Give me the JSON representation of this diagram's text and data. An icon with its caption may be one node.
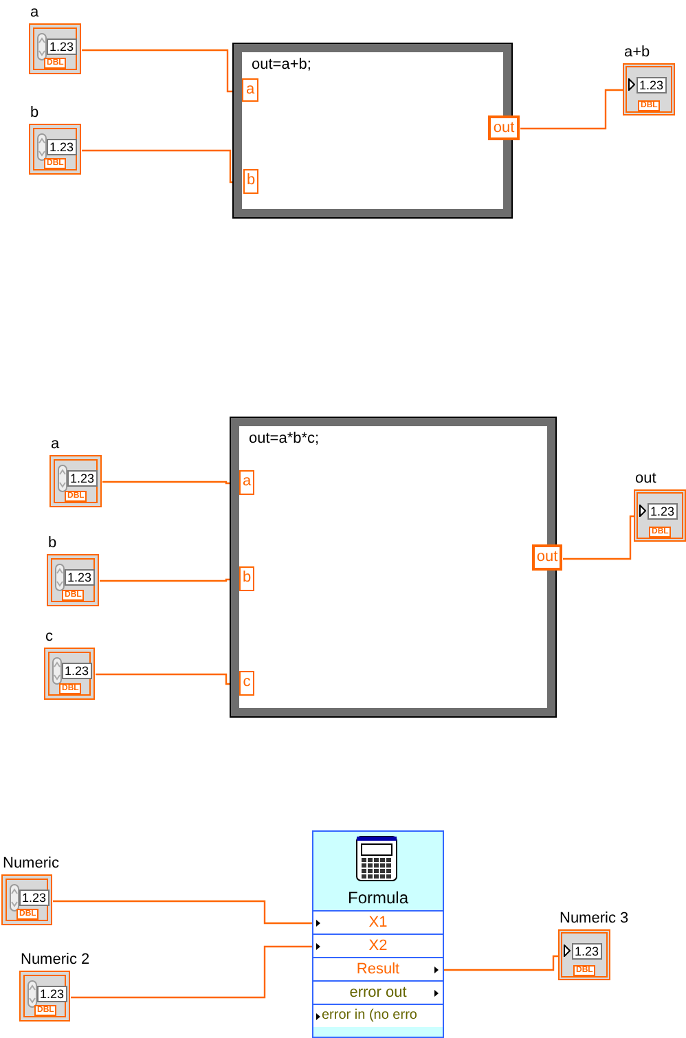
{
  "diagram": {
    "nodes": [
      {
        "text": [
          "a",
          "1.23",
          "DBL"
        ]
      },
      {
        "text": [
          "b",
          "1.23",
          "DBL"
        ]
      },
      {
        "text": [
          "out=a+b;"
        ]
      },
      {
        "text": [
          "a"
        ],
        "in": 2
      },
      {
        "text": [
          "b"
        ],
        "in": 2
      },
      {
        "text": [
          "out"
        ],
        "in": 2
      },
      {
        "text": [
          "a+b",
          "1.23",
          "DBL"
        ]
      },
      {
        "text": [
          "a",
          "1.23",
          "DBL"
        ]
      },
      {
        "text": [
          "b",
          "1.23",
          "DBL"
        ]
      },
      {
        "text": [
          "c",
          "1.23",
          "DBL"
        ]
      },
      {
        "text": [
          "out=a*b*c;"
        ]
      },
      {
        "text": [
          "a"
        ],
        "in": 10
      },
      {
        "text": [
          "b"
        ],
        "in": 10
      },
      {
        "text": [
          "c"
        ],
        "in": 10
      },
      {
        "text": [
          "out"
        ],
        "in": 10
      },
      {
        "text": [
          "out",
          "1.23",
          "DBL"
        ]
      },
      {
        "text": [
          "Numeric",
          "1.23",
          "DBL"
        ]
      },
      {
        "text": [
          "Numeric 2",
          "1.23",
          "DBL"
        ]
      },
      {
        "text": [
          "Formula"
        ]
      },
      {
        "text": [
          "X1"
        ],
        "in": 18
      },
      {
        "text": [
          "X2"
        ],
        "in": 18
      },
      {
        "text": [
          "Result"
        ],
        "in": 18
      },
      {
        "text": [
          "error out"
        ],
        "in": 18
      },
      {
        "text": [
          "error in (no erro"
        ],
        "in": 18
      },
      {
        "text": [
          "Numeric 3",
          "1.23",
          "DBL"
        ]
      }
    ],
    "edges": [
      {
        "from": 0,
        "to": 3,
        "arrow": "none"
      },
      {
        "from": 1,
        "to": 4,
        "arrow": "none"
      },
      {
        "from": 5,
        "to": 6,
        "arrow": "none"
      },
      {
        "from": 7,
        "to": 11,
        "arrow": "none"
      },
      {
        "from": 8,
        "to": 12,
        "arrow": "none"
      },
      {
        "from": 9,
        "to": 13,
        "arrow": "none"
      },
      {
        "from": 14,
        "to": 15,
        "arrow": "none"
      },
      {
        "from": 16,
        "to": 19,
        "arrow": "none"
      },
      {
        "from": 17,
        "to": 20,
        "arrow": "none"
      },
      {
        "from": 21,
        "to": 24,
        "arrow": "none"
      }
    ]
  }
}
